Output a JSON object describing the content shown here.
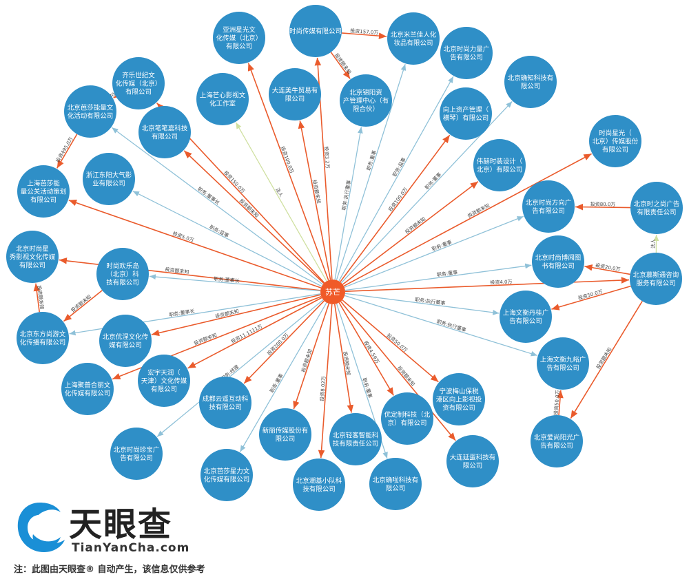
{
  "center": {
    "label": "苏芒"
  },
  "colors": {
    "node": "#2f8fc7",
    "center": "#f05a28",
    "invest": "#ea5b2c",
    "role": "#8fc1d8",
    "legal": "#cfe0a0"
  },
  "nodes": [
    {
      "id": "n1",
      "label": "亚洲星光文|化传媒（北京）|有限公司"
    },
    {
      "id": "n2",
      "label": "时尚传媒有限公司"
    },
    {
      "id": "n3",
      "label": "北京米兰佳人化|妆品有限公司"
    },
    {
      "id": "n4",
      "label": "北京时尚力量广|告有限公司"
    },
    {
      "id": "n5",
      "label": "齐乐世纪文|化传媒（北京）|有限公司"
    },
    {
      "id": "n6",
      "label": "大连美牛贸易有|限公司"
    },
    {
      "id": "n7",
      "label": "上海芒心影视文|化工作室"
    },
    {
      "id": "n8",
      "label": "北京锦阳资|产管理中心（有|限合伙）"
    },
    {
      "id": "n9",
      "label": "北京确知科技有|限公司"
    },
    {
      "id": "n10",
      "label": "北京芭莎能量文|化活动有限公司"
    },
    {
      "id": "n11",
      "label": "向上资产管理（|横琴）有限公司"
    },
    {
      "id": "n12",
      "label": "北京笔笔嘉科技|有限公司"
    },
    {
      "id": "n13",
      "label": "时尚星光（|北京）传媒股份|有限公司"
    },
    {
      "id": "n14",
      "label": "浙江东阳大气影|业有限公司"
    },
    {
      "id": "n15",
      "label": "伟赫时装设计（|北京）有限公司"
    },
    {
      "id": "n16",
      "label": "上海芭莎能|量公关活动策划|有限公司"
    },
    {
      "id": "n17",
      "label": "北京时之尚广告|有限责任公司"
    },
    {
      "id": "n18",
      "label": "北京时尚方向广|告有限公司"
    },
    {
      "id": "n19",
      "label": "北京时尚星|秀影视文化传媒|有限公司"
    },
    {
      "id": "n20",
      "label": "时尚欢乐岛|（北京）科|技有限公司"
    },
    {
      "id": "n21",
      "label": "北京时尚博闻图|书有限公司"
    },
    {
      "id": "n22",
      "label": "北京慕斯通咨询|服务有限公司"
    },
    {
      "id": "n23",
      "label": "上海文衡丹桂广|告有限公司"
    },
    {
      "id": "n24",
      "label": "北京东方尚游文|化传播有限公司"
    },
    {
      "id": "n25",
      "label": "北京优涅文化传|媒有限公司"
    },
    {
      "id": "n26",
      "label": "上海文衡九峪广|告有限公司"
    },
    {
      "id": "n27",
      "label": "宏宇天润（|天津）文化传媒|有限公司"
    },
    {
      "id": "n28",
      "label": "宁波梅山保税|港区向上影视投|资有限公司"
    },
    {
      "id": "n29",
      "label": "上海聚普合丽文|化传媒有限公司"
    },
    {
      "id": "n30",
      "label": "成都云遥互动科|技有限公司"
    },
    {
      "id": "n31",
      "label": "优定制科技（北|京）有限公司"
    },
    {
      "id": "n32",
      "label": "新丽传媒股份有|限公司"
    },
    {
      "id": "n33",
      "label": "北京轻客智能科|技有限责任公司"
    },
    {
      "id": "n34",
      "label": "北京时尚珍宝广|告有限公司"
    },
    {
      "id": "n35",
      "label": "大连延蛋科技有|限公司"
    },
    {
      "id": "n36",
      "label": "北京爱尚阳光广|告有限公司"
    },
    {
      "id": "n37",
      "label": "北京芭莎星力文|化传媒有限公司"
    },
    {
      "id": "n38",
      "label": "北京潮基小队科|技有限公司"
    },
    {
      "id": "n39",
      "label": "北京确啦科技有|限公司"
    }
  ],
  "edges": [
    {
      "from": "center",
      "to": "n1",
      "type": "invest",
      "label": "投资100.0万"
    },
    {
      "from": "center",
      "to": "n2",
      "type": "invest",
      "label": "投资3.2万"
    },
    {
      "from": "center",
      "to": "n3",
      "type": "role",
      "label": "职务:董事"
    },
    {
      "from": "center",
      "to": "n4",
      "type": "role",
      "label": "职务:监事"
    },
    {
      "from": "center",
      "to": "n5",
      "type": "invest",
      "label": "投资150.0万"
    },
    {
      "from": "center",
      "to": "n6",
      "type": "invest",
      "label": "投资额未知"
    },
    {
      "from": "center",
      "to": "n7",
      "type": "legal",
      "label": "法人"
    },
    {
      "from": "center",
      "to": "n8",
      "type": "role",
      "label": "职务:执行董事"
    },
    {
      "from": "center",
      "to": "n9",
      "type": "role",
      "label": "职务:董事"
    },
    {
      "from": "center",
      "to": "n10",
      "type": "role",
      "label": "职务:董事长"
    },
    {
      "from": "center",
      "to": "n11",
      "type": "invest",
      "label": "投资100.0万"
    },
    {
      "from": "center",
      "to": "n12",
      "type": "invest",
      "label": "投资额未知"
    },
    {
      "from": "center",
      "to": "n13",
      "type": "invest",
      "label": "投资额未知"
    },
    {
      "from": "center",
      "to": "n14",
      "type": "role",
      "label": "职务:监事"
    },
    {
      "from": "center",
      "to": "n15",
      "type": "invest",
      "label": "投资额未知"
    },
    {
      "from": "center",
      "to": "n16",
      "type": "invest",
      "label": "投资5.0万"
    },
    {
      "from": "center",
      "to": "n18",
      "type": "role",
      "label": "职务:董事"
    },
    {
      "from": "center",
      "to": "n19",
      "type": "invest",
      "label": "投资额未知"
    },
    {
      "from": "center",
      "to": "n20",
      "type": "role",
      "label": "职务:董事长"
    },
    {
      "from": "center",
      "to": "n21",
      "type": "role",
      "label": "职务:董事"
    },
    {
      "from": "center",
      "to": "n22",
      "type": "invest",
      "label": "投资4.0万"
    },
    {
      "from": "center",
      "to": "n23",
      "type": "role",
      "label": "职务:执行董事"
    },
    {
      "from": "center",
      "to": "n24",
      "type": "role",
      "label": "职务:董事长"
    },
    {
      "from": "center",
      "to": "n25",
      "type": "invest",
      "label": "投资额未知"
    },
    {
      "from": "center",
      "to": "n26",
      "type": "role",
      "label": "职务:执行董事"
    },
    {
      "from": "center",
      "to": "n27",
      "type": "invest",
      "label": "投资11.1111万"
    },
    {
      "from": "center",
      "to": "n28",
      "type": "invest",
      "label": "投资50.0万"
    },
    {
      "from": "center",
      "to": "n29",
      "type": "invest",
      "label": "投资额未知"
    },
    {
      "from": "center",
      "to": "n30",
      "type": "invest",
      "label": "投资200.0万"
    },
    {
      "from": "center",
      "to": "n31",
      "type": "invest",
      "label": "投资4.59万"
    },
    {
      "from": "center",
      "to": "n32",
      "type": "invest",
      "label": "投资额未知"
    },
    {
      "from": "center",
      "to": "n33",
      "type": "invest",
      "label": "投资额未知"
    },
    {
      "from": "center",
      "to": "n34",
      "type": "role",
      "label": "职务:经理"
    },
    {
      "from": "center",
      "to": "n35",
      "type": "invest",
      "label": "投资额未知"
    },
    {
      "from": "center",
      "to": "n37",
      "type": "role",
      "label": "职务:董事"
    },
    {
      "from": "center",
      "to": "n38",
      "type": "invest",
      "label": "投资8.02万"
    },
    {
      "from": "center",
      "to": "n39",
      "type": "role",
      "label": "职务:董事"
    },
    {
      "from": "n2",
      "to": "n3",
      "type": "invest",
      "label": "投资157.0万"
    },
    {
      "from": "n2",
      "to": "n8",
      "type": "invest",
      "label": "投资额未知"
    },
    {
      "from": "n5",
      "to": "n10",
      "type": "invest",
      "label": "投资300.0万"
    },
    {
      "from": "n10",
      "to": "n16",
      "type": "invest",
      "label": "投资495.0万"
    },
    {
      "from": "n20",
      "to": "n24",
      "type": "invest",
      "label": "投资额未知"
    },
    {
      "from": "n24",
      "to": "n19",
      "type": "invest",
      "label": "投资额未知"
    },
    {
      "from": "n17",
      "to": "n18",
      "type": "invest",
      "label": "投资80.0万"
    },
    {
      "from": "n22",
      "to": "n17",
      "type": "legal",
      "label": "法人"
    },
    {
      "from": "n22",
      "to": "n21",
      "type": "invest",
      "label": "投资20.0万"
    },
    {
      "from": "n22",
      "to": "n23",
      "type": "invest",
      "label": "投资50.0万"
    },
    {
      "from": "n22",
      "to": "n36",
      "type": "invest",
      "label": "投资额未知"
    },
    {
      "from": "n36",
      "to": "n26",
      "type": "invest",
      "label": "投资50.0万"
    }
  ],
  "branding": {
    "brand_cn": "天眼查",
    "brand_en": "TianYanCha.com",
    "footnote": "注：此图由天眼查® 自动产生，该信息仅供参考"
  }
}
